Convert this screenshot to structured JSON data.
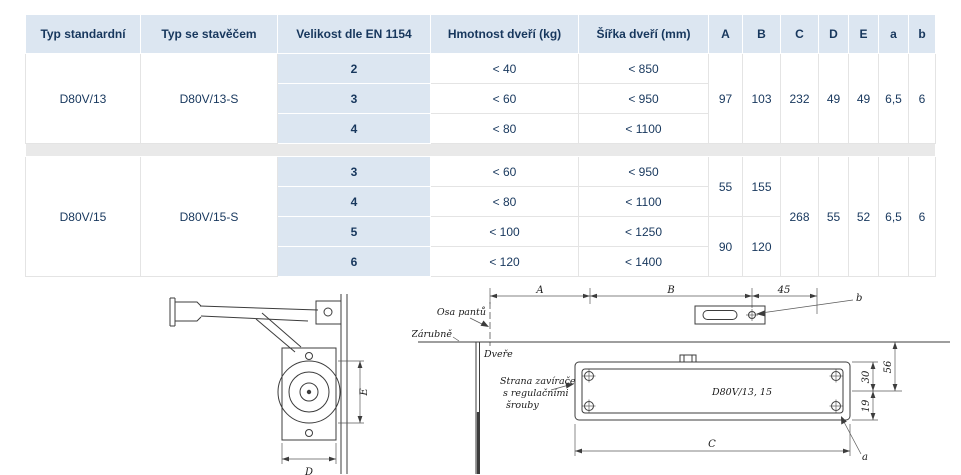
{
  "colors": {
    "header_bg": "#dce6f1",
    "size_column_bg": "#dce6f1",
    "spacer_bg": "#e9e9e9",
    "table_text": "#17375d",
    "drawing_stroke": "#3c3c3c"
  },
  "table": {
    "headers": [
      "Typ standardní",
      "Typ se stavěčem",
      "Velikost dle EN 1154",
      "Hmotnost dveří (kg)",
      "Šířka dveří (mm)",
      "A",
      "B",
      "C",
      "D",
      "E",
      "a",
      "b"
    ],
    "group1": {
      "typ_standardni": "D80V/13",
      "typ_se_stavecem": "D80V/13-S",
      "rows": [
        {
          "velikost": "2",
          "hmotnost": "< 40",
          "sirka": "< 850"
        },
        {
          "velikost": "3",
          "hmotnost": "< 60",
          "sirka": "< 950"
        },
        {
          "velikost": "4",
          "hmotnost": "< 80",
          "sirka": "< 1100"
        }
      ],
      "A": "97",
      "B": "103",
      "C": "232",
      "D": "49",
      "E": "49",
      "a": "6,5",
      "b": "6"
    },
    "group2": {
      "typ_standardni": "D80V/15",
      "typ_se_stavecem": "D80V/15-S",
      "rows": [
        {
          "velikost": "3",
          "hmotnost": "< 60",
          "sirka": "< 950"
        },
        {
          "velikost": "4",
          "hmotnost": "< 80",
          "sirka": "< 1100"
        },
        {
          "velikost": "5",
          "hmotnost": "< 100",
          "sirka": "< 1250"
        },
        {
          "velikost": "6",
          "hmotnost": "< 120",
          "sirka": "< 1400"
        }
      ],
      "A_34": "55",
      "B_34": "155",
      "A_56": "90",
      "B_56": "120",
      "C": "268",
      "D": "55",
      "E": "52",
      "a": "6,5",
      "b": "6"
    }
  },
  "drawings": {
    "left": {
      "dim_d": "D",
      "dim_e": "E"
    },
    "right": {
      "dim_A": "A",
      "dim_B": "B",
      "dim_45": "45",
      "dim_b": "b",
      "dim_C": "C",
      "dim_a": "a",
      "dim_56": "56",
      "dim_30": "30",
      "dim_19": "19",
      "label_osa": "Osa pantů",
      "label_zarubne": "Zárubně",
      "label_dvere": "Dveře",
      "label_strana_1": "Strana zavírače",
      "label_strana_2": "s regulačními",
      "label_strana_3": "šrouby",
      "label_model": "D80V/13, 15"
    }
  }
}
